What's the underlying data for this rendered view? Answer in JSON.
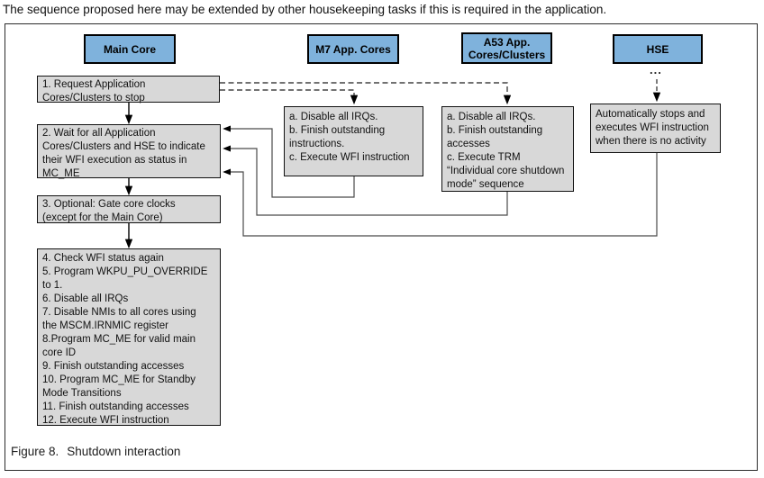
{
  "page": {
    "intro_text": "The sequence proposed here may be extended by other housekeeping tasks if this is required in the application.",
    "caption": {
      "label": "Figure 8.",
      "title": "Shutdown interaction"
    }
  },
  "colors": {
    "header_fill": "#7fb2dc",
    "process_fill": "#d8d8d8",
    "border": "#000000",
    "wire": "#4a4a4a"
  },
  "diagram": {
    "headers": [
      {
        "id": "main-core",
        "label": "Main Core"
      },
      {
        "id": "m7-app-cores",
        "label": "M7 App. Cores"
      },
      {
        "id": "a53-app-cores",
        "label": "A53 App.\nCores/Clusters"
      },
      {
        "id": "hse",
        "label": "HSE"
      }
    ],
    "main_steps": [
      {
        "id": "step-1",
        "text": "1. Request Application\nCores/Clusters to stop"
      },
      {
        "id": "step-2",
        "text": "2. Wait for all Application\nCores/Clusters and HSE to indicate\ntheir WFI execution as status in\nMC_ME"
      },
      {
        "id": "step-3",
        "text": "3. Optional: Gate core clocks\n(except for the Main Core)"
      },
      {
        "id": "step-4-12",
        "text": "4. Check WFI status again\n5. Program WKPU_PU_OVERRIDE\nto 1.\n6. Disable all IRQs\n7. Disable NMIs to all cores using\nthe MSCM.IRNMIC register\n8.Program MC_ME for valid main\ncore ID\n9. Finish outstanding accesses\n10. Program MC_ME for Standby\nMode Transitions\n11. Finish outstanding accesses\n12. Execute WFI instruction"
      }
    ],
    "m7_box": {
      "text": "a. Disable all IRQs.\nb. Finish outstanding\ninstructions.\nc. Execute WFI instruction"
    },
    "a53_box": {
      "text": "a. Disable all IRQs.\nb. Finish outstanding\naccesses\nc. Execute TRM\n“Individual core shutdown\nmode” sequence"
    },
    "hse_box": {
      "text": "Automatically stops and\nexecutes WFI instruction\nwhen there is no activity"
    },
    "hse_ellipsis": "..."
  }
}
